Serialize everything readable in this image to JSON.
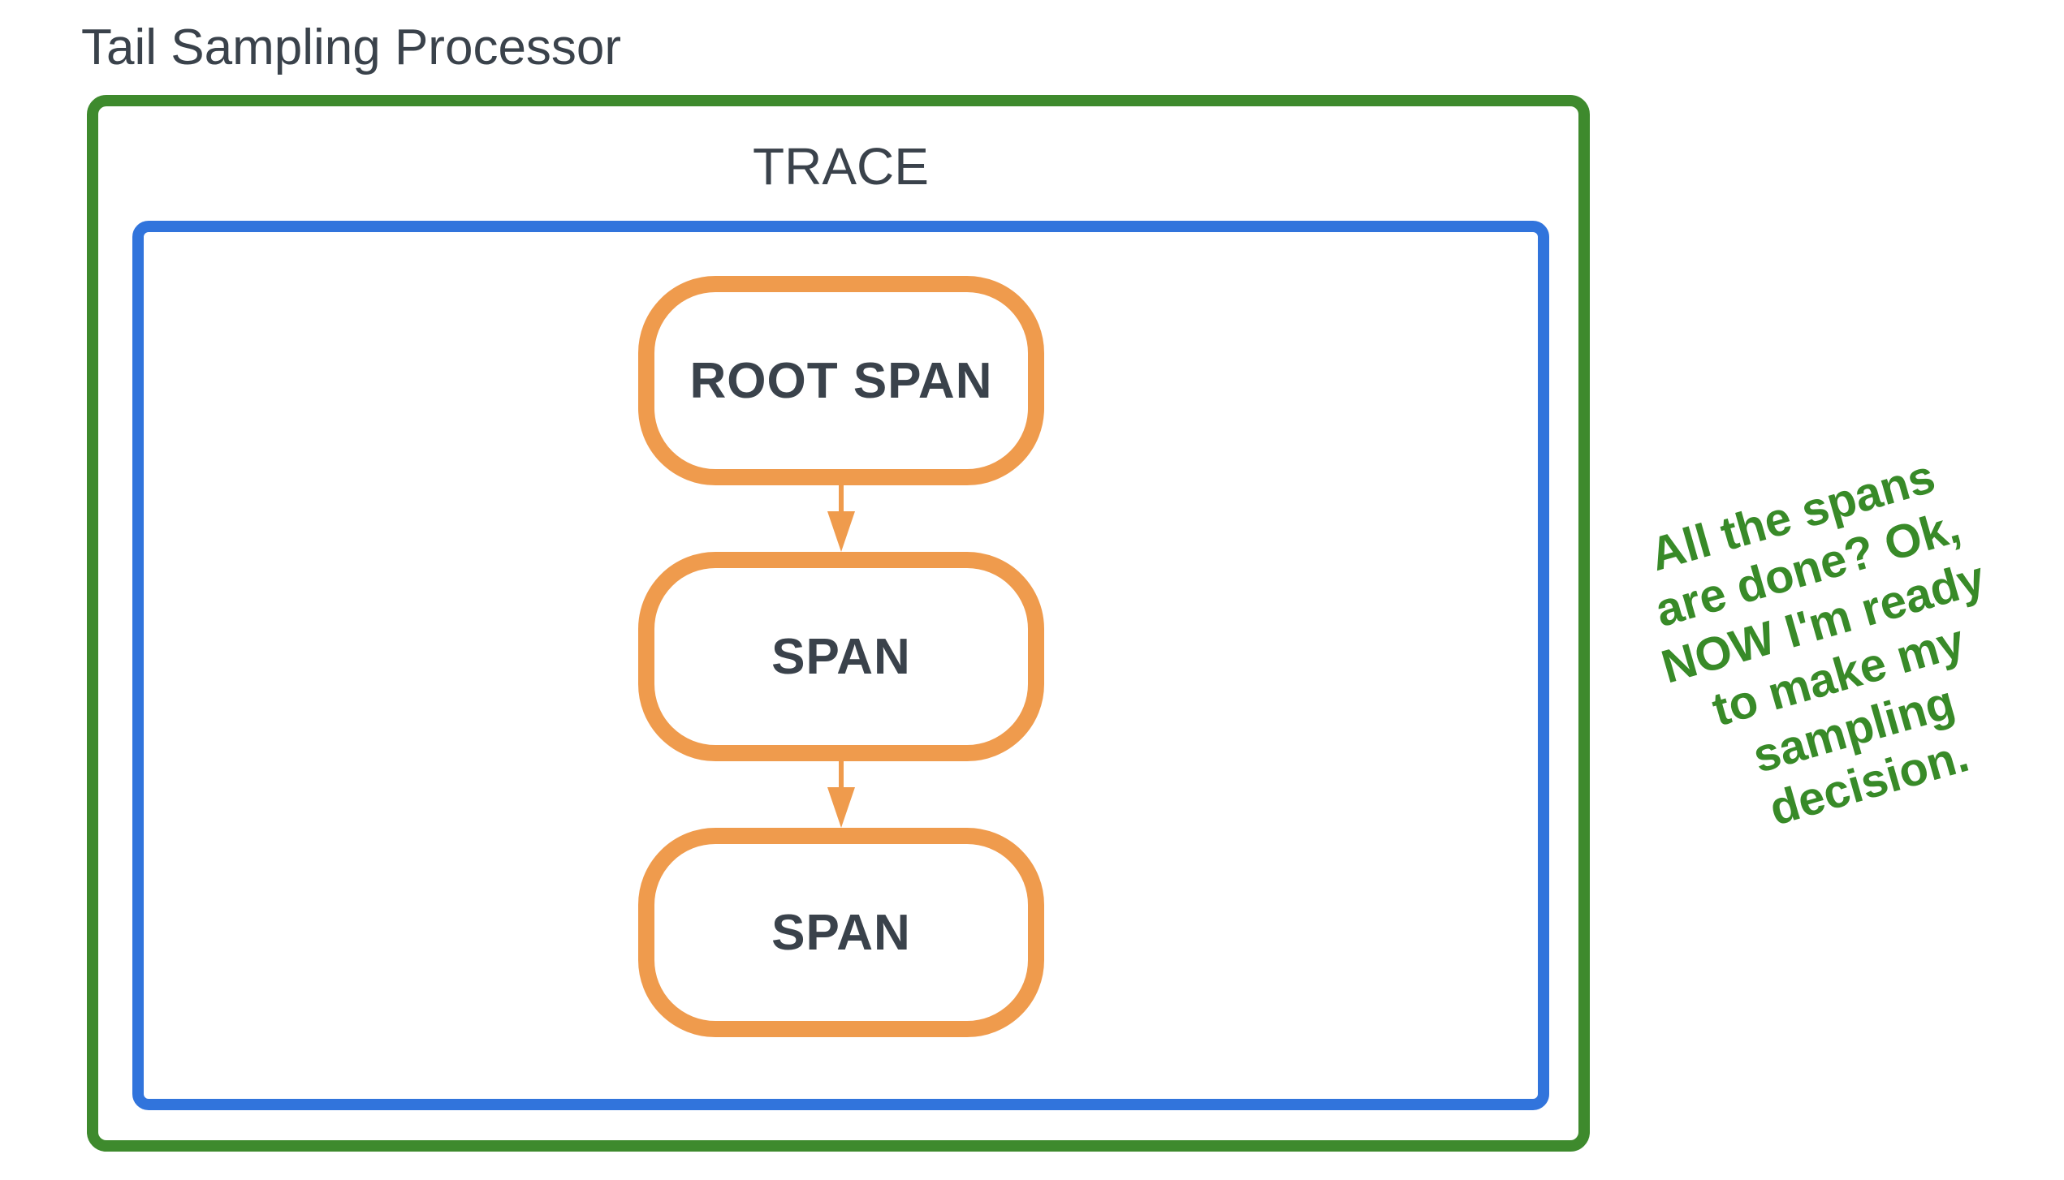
{
  "title": "Tail Sampling Processor",
  "trace": {
    "label": "TRACE"
  },
  "nodes": [
    {
      "label": "ROOT SPAN"
    },
    {
      "label": "SPAN"
    },
    {
      "label": "SPAN"
    }
  ],
  "side_note": {
    "text": "All the spans\nare done? Ok,\nNOW I'm ready\nto make my\nsampling\ndecision."
  },
  "colors": {
    "green": "#3E8A2D",
    "blue": "#3174DC",
    "orange": "#EF9B4D",
    "text_dark": "#3A424B",
    "note_green": "#388A28"
  }
}
